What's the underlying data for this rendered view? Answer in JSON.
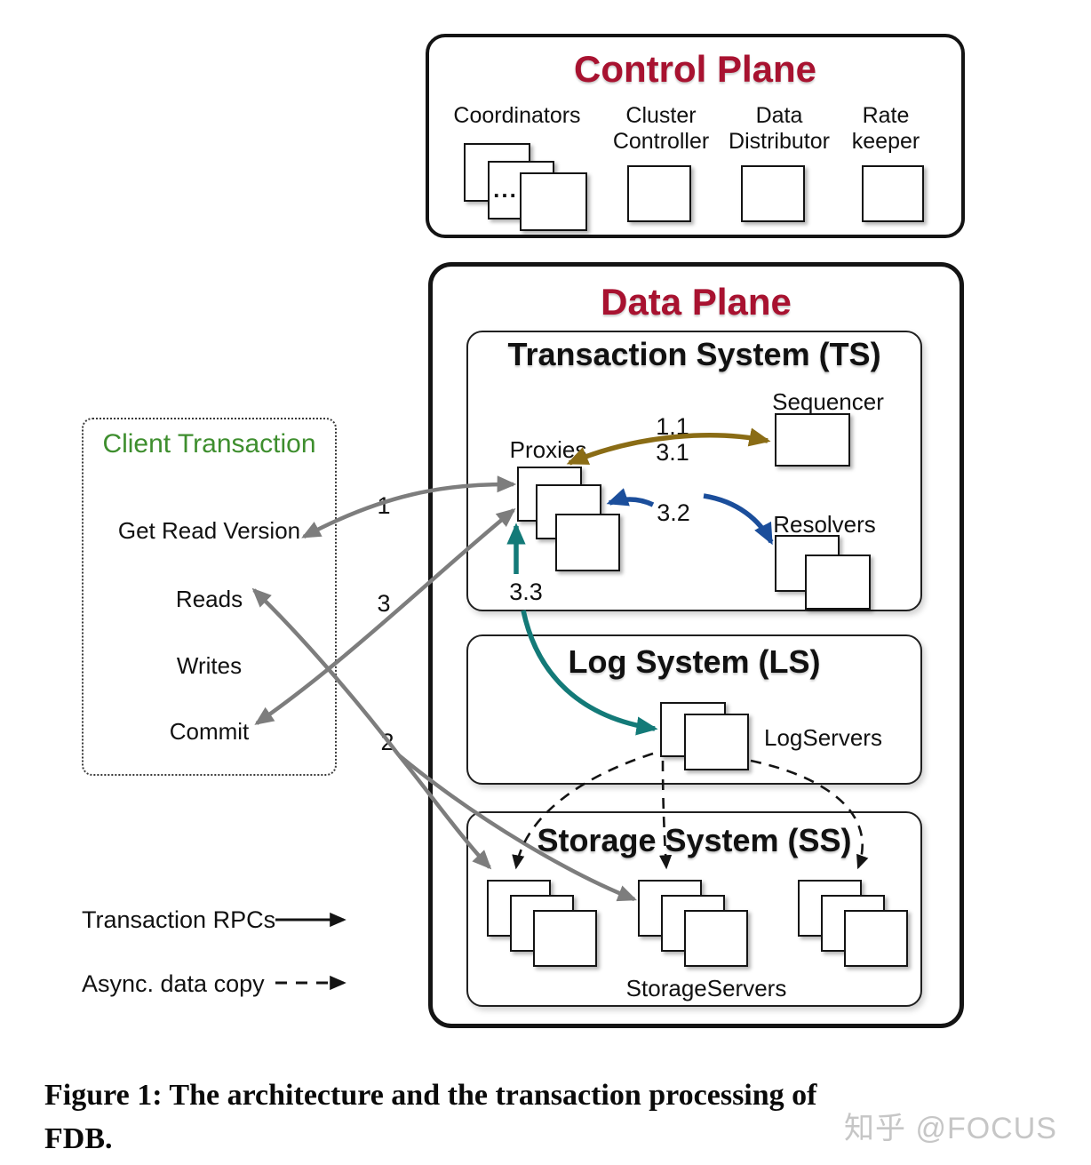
{
  "colors": {
    "crimson": "#a81230",
    "green": "#3e8e2e",
    "olive": "#8a6c15",
    "blue": "#1b4e9b",
    "teal": "#137a78",
    "gray": "#7d7d7d",
    "black": "#141414",
    "watermark_gray": "#c6c6c6"
  },
  "control_plane": {
    "title": "Control Plane",
    "nodes": [
      {
        "label": "Coordinators"
      },
      {
        "label": "Cluster Controller"
      },
      {
        "label": "Data Distributor"
      },
      {
        "label": "Rate keeper"
      }
    ],
    "ellipsis": "..."
  },
  "data_plane": {
    "title": "Data Plane",
    "transaction_system": {
      "title": "Transaction System (TS)",
      "proxies": "Proxies",
      "sequencer": "Sequencer",
      "resolvers": "Resolvers",
      "labels": {
        "l11": "1.1",
        "l31": "3.1",
        "l32": "3.2",
        "l33": "3.3"
      }
    },
    "log_system": {
      "title": "Log System (LS)",
      "logservers": "LogServers"
    },
    "storage_system": {
      "title": "Storage System (SS)",
      "storageservers": "StorageServers"
    }
  },
  "client": {
    "title": "Client Transaction",
    "operations": [
      "Get Read Version",
      "Reads",
      "Writes",
      "Commit"
    ]
  },
  "flow_labels": {
    "step1": "1",
    "step2": "2",
    "step3": "3"
  },
  "legend": {
    "items": [
      {
        "label": "Transaction RPCs",
        "style": "solid"
      },
      {
        "label": "Async. data copy",
        "style": "dashed"
      }
    ]
  },
  "caption": {
    "line1": "Figure 1: The architecture and the transaction processing of",
    "line2": "FDB."
  },
  "watermark": "知乎 @FOCUS"
}
